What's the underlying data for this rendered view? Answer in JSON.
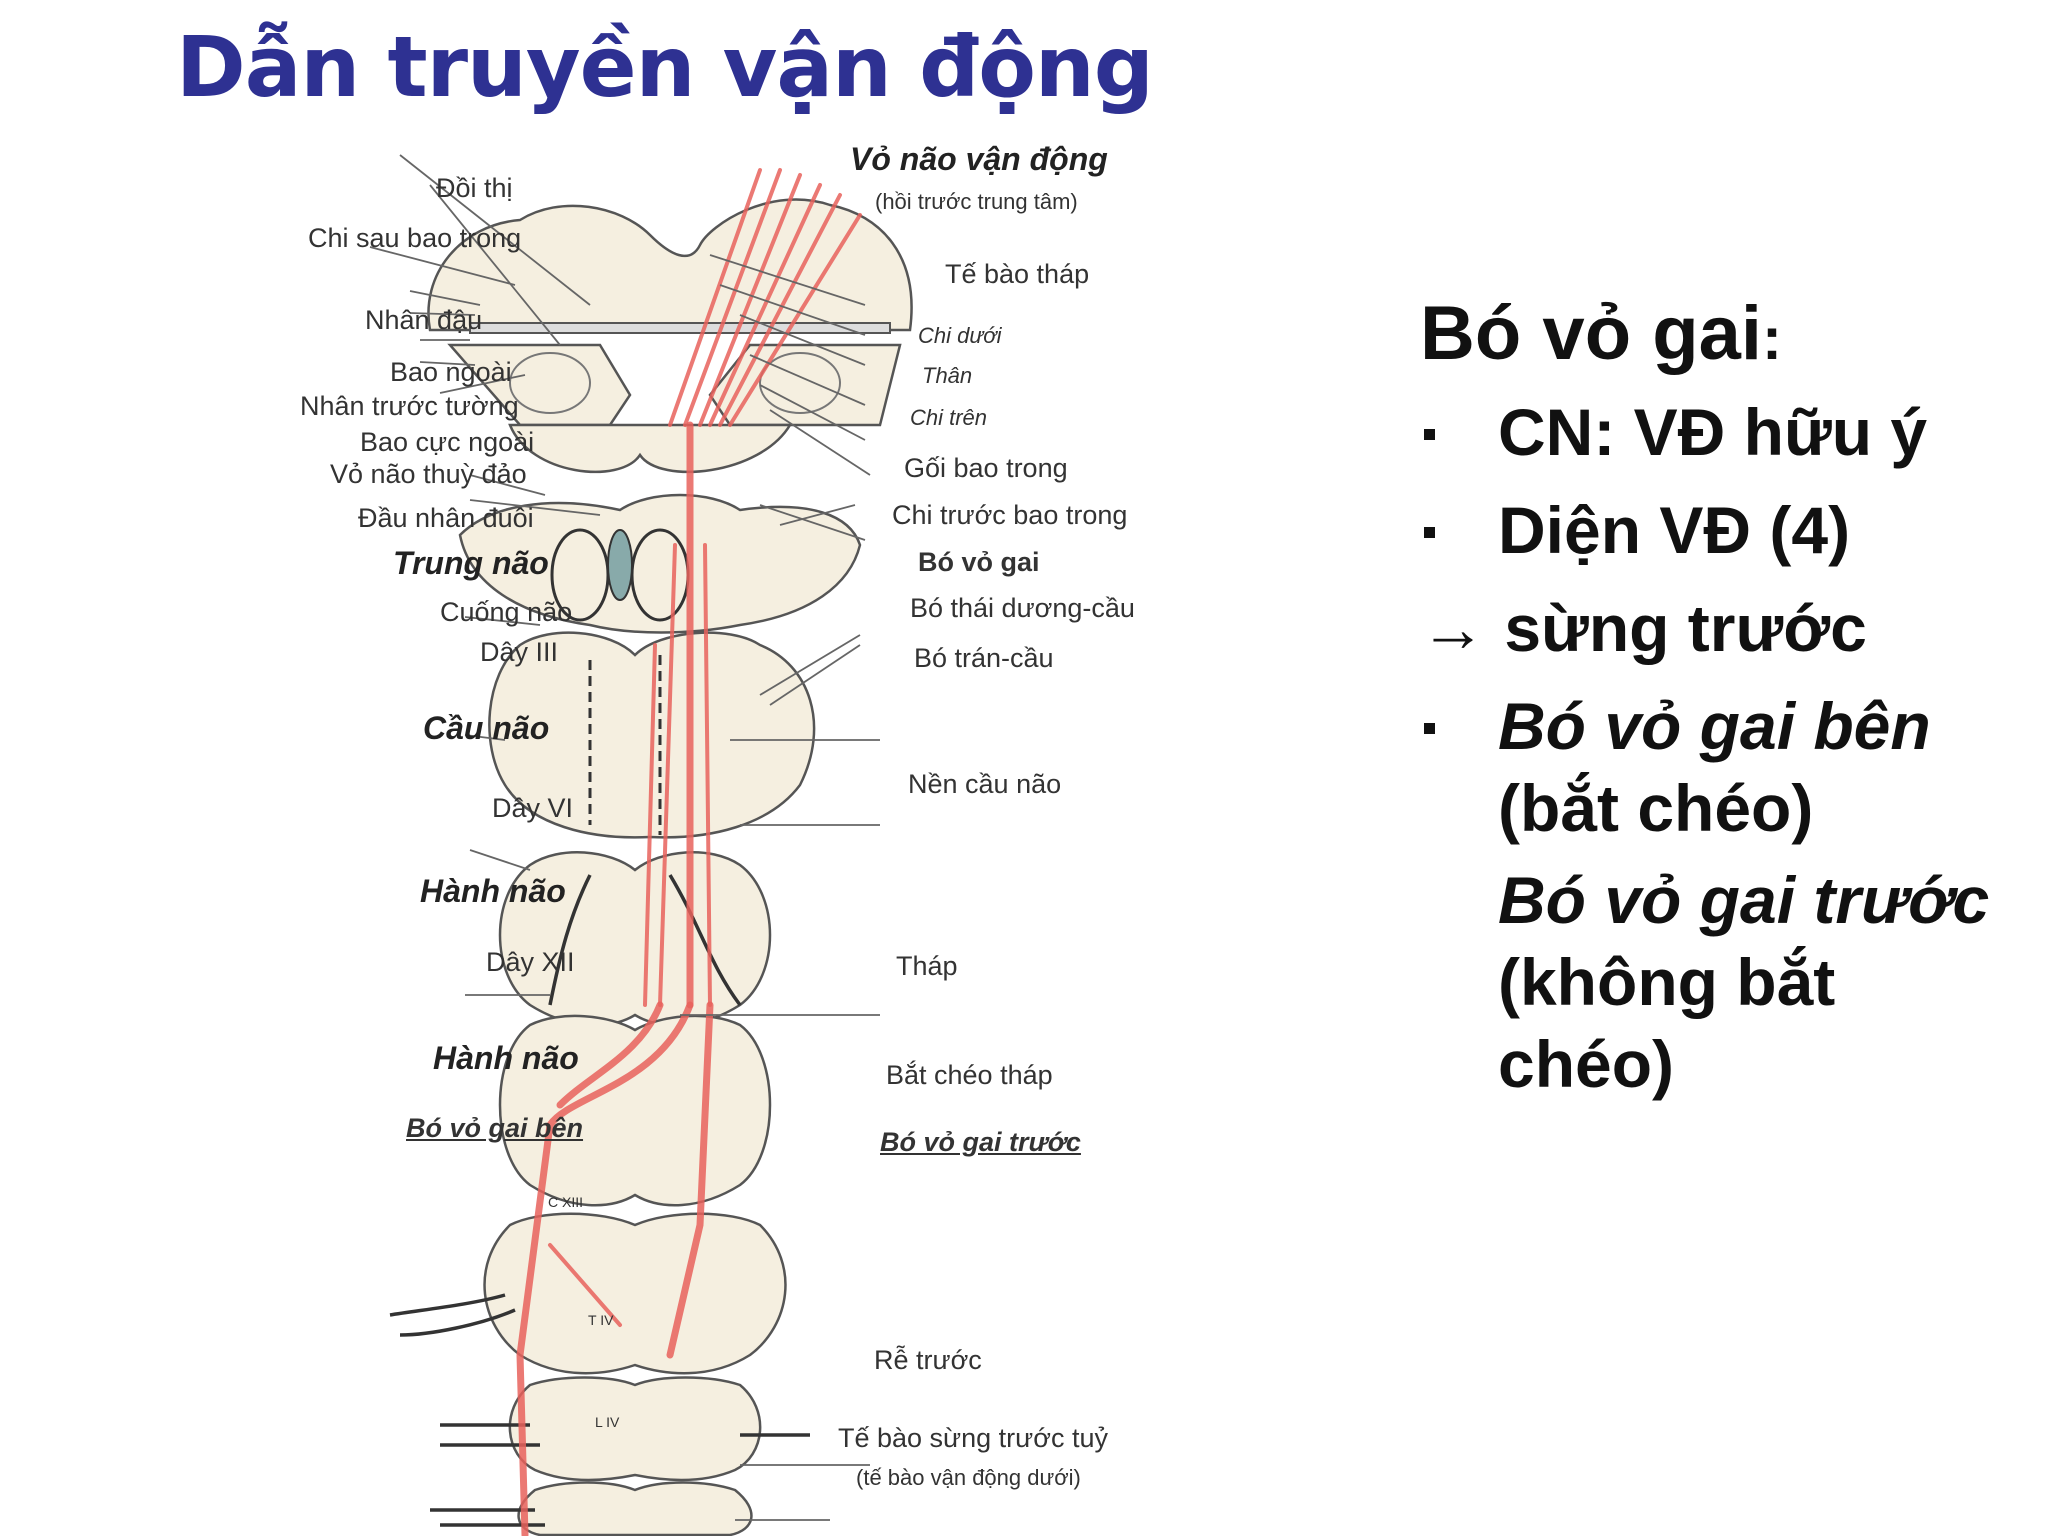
{
  "title": "Dẫn truyền vận động",
  "figure": {
    "labels": {
      "cortex": "Vỏ não vận động",
      "cortex_sub": "(hồi trước trung tâm)",
      "thalamus": "Đồi thị",
      "post_limb": "Chi sau bao trong",
      "pyramidal_cell": "Tế bào tháp",
      "lentiform": "Nhân đậu",
      "sublimb": "Chi dưới",
      "ext_capsule": "Bao ngoài",
      "trunk": "Thân",
      "claustrum": "Nhân trước tường",
      "uplimb": "Chi trên",
      "extreme_capsule": "Bao cực ngoài",
      "insula": "Vỏ não thuỳ đảo",
      "genu": "Gối bao trong",
      "caudate_head": "Đầu nhân đuôi",
      "ant_limb": "Chi trước bao trong",
      "midbrain": "Trung não",
      "corticospinal": "Bó vỏ gai",
      "peduncle": "Cuống não",
      "temporo_pontine": "Bó thái dương-cầu",
      "cn3": "Dây III",
      "fronto_pontine": "Bó trán-cầu",
      "pons": "Cầu não",
      "basis_pontis": "Nền cầu não",
      "cn6": "Dây VI",
      "medulla1": "Hành não",
      "cn12": "Dây XII",
      "pyramid": "Tháp",
      "medulla2": "Hành não",
      "decussation": "Bắt chéo tháp",
      "lateral_cst": "Bó vỏ gai bên",
      "anterior_cst": "Bó vỏ gai trước",
      "c8": "C XIII",
      "t4": "T IV",
      "l4": "L IV",
      "ventral_root": "Rễ trước",
      "ant_horn_cell": "Tế bào sừng trước tuỷ",
      "lmn": "(tế bào vận động dưới)"
    }
  },
  "panel": {
    "heading": "Bó vỏ gai",
    "heading_colon": ":",
    "bullet1": "CN: VĐ hữu ý",
    "bullet2": "Diện VĐ (4)",
    "arrow_line": "→ sừng trước",
    "bullet3_line1": "Bó vỏ gai bên",
    "bullet3_line2": "(bắt chéo)",
    "sub_line1": "Bó vỏ gai trước",
    "sub_line2": "(không bắt",
    "sub_line3": "chéo)"
  },
  "colors": {
    "title": "#2e3192",
    "tract": "#e8625c",
    "anatomy_fill": "#f5efe0",
    "outline": "#555555"
  }
}
